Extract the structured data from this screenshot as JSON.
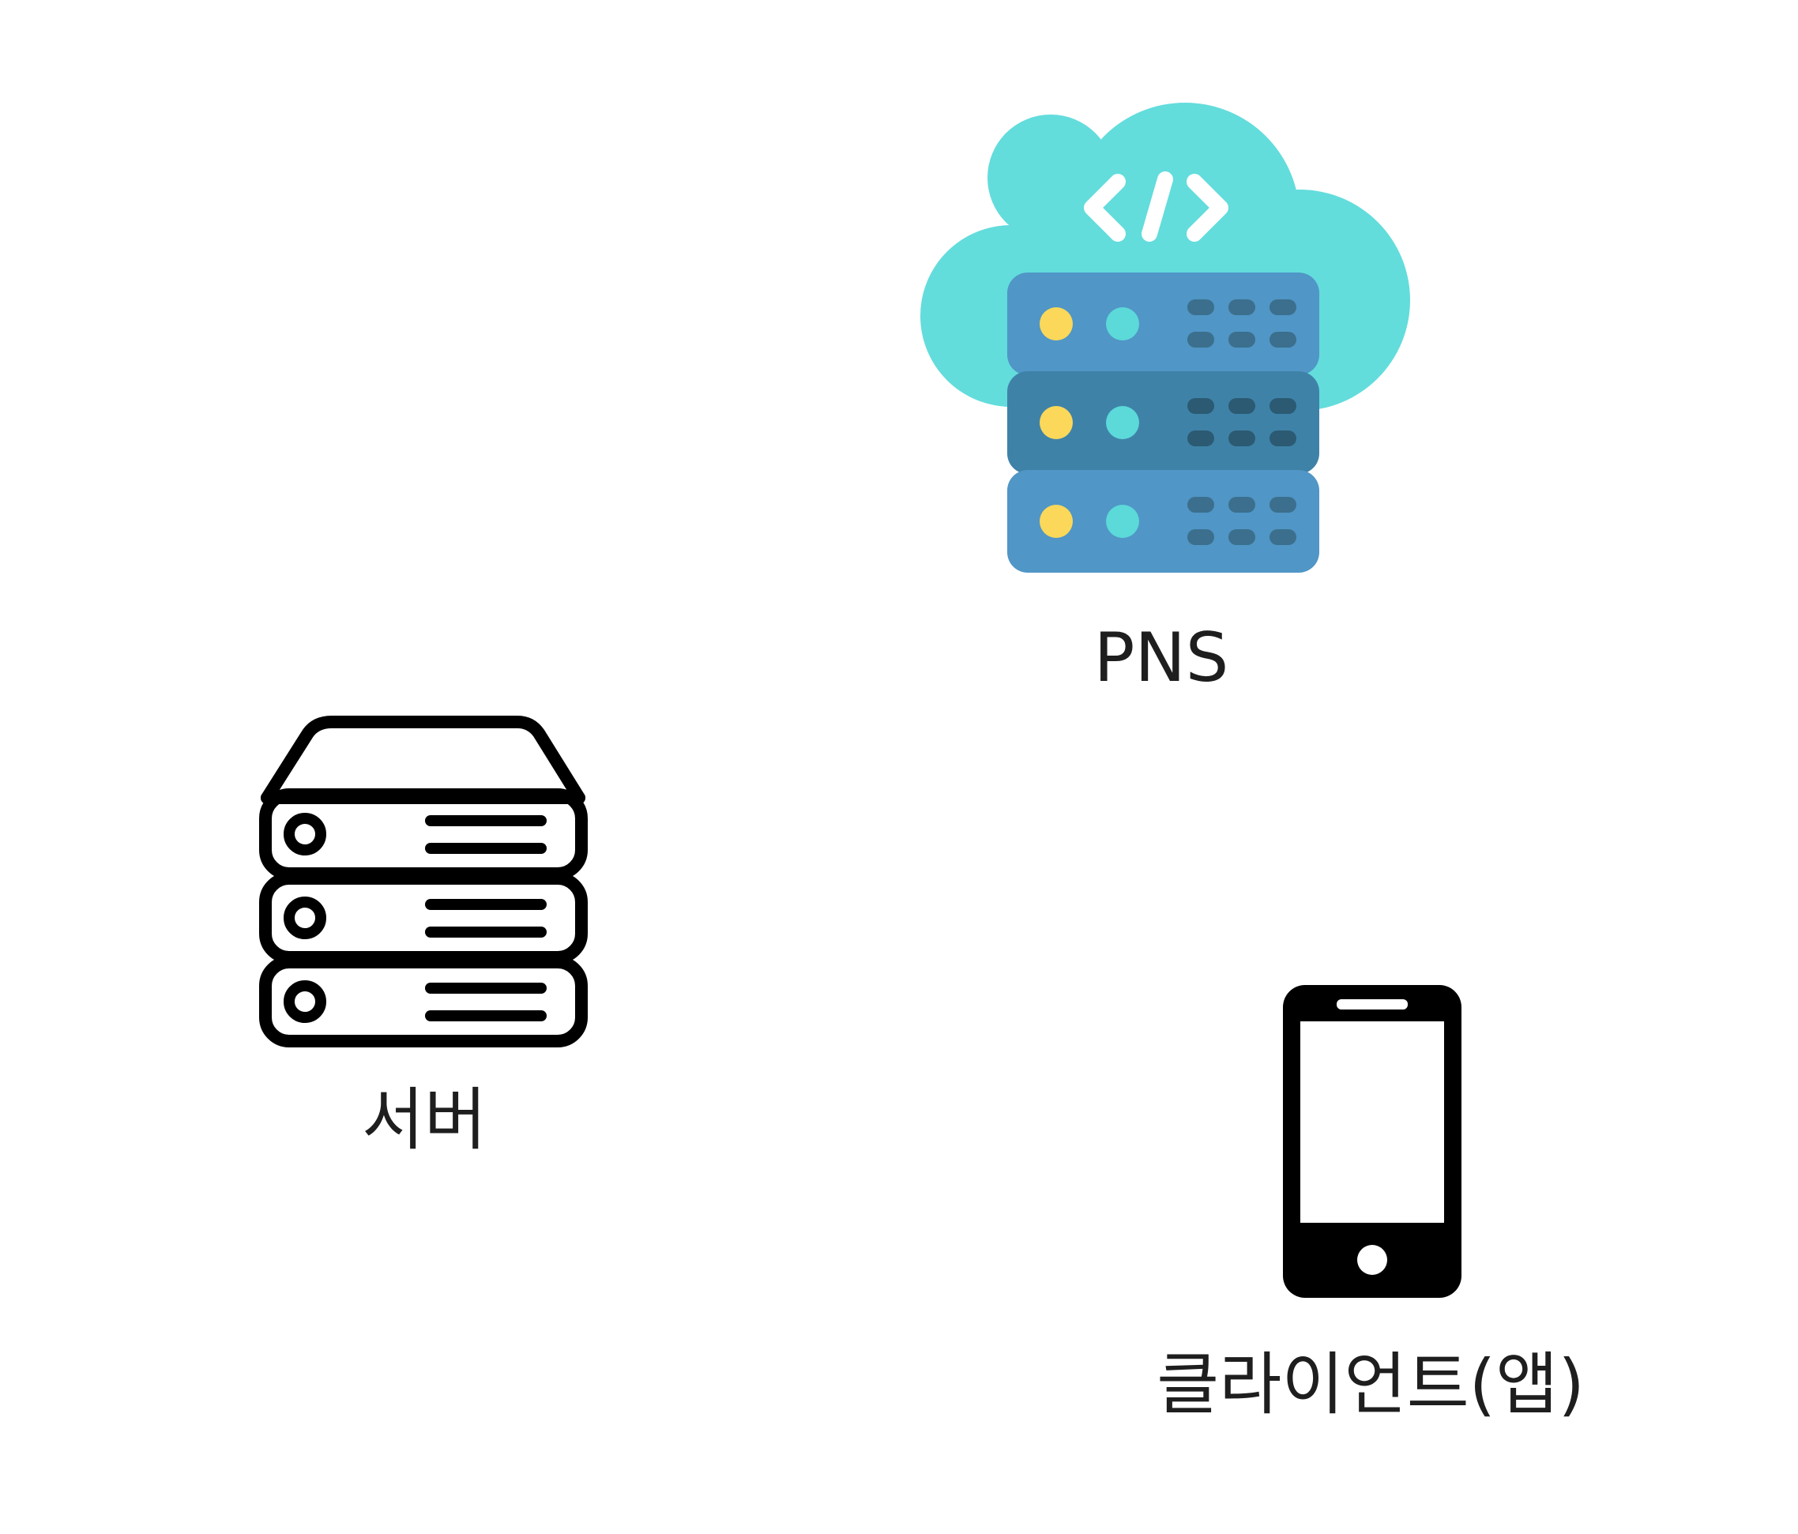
{
  "nodes": {
    "pns": {
      "label": "PNS",
      "icon": "cloud-server-icon"
    },
    "server": {
      "label": "서버",
      "icon": "server-stack-icon"
    },
    "client": {
      "label": "클라이언트(앱)",
      "icon": "smartphone-icon"
    }
  },
  "colors": {
    "cloud": "#63dcdc",
    "rack_light": "#5096c6",
    "rack_dark": "#3f82a8",
    "led_yellow": "#fbd85a",
    "led_cyan": "#5cd9d9",
    "outline": "#000000",
    "label_text": "#1e1e1e"
  }
}
